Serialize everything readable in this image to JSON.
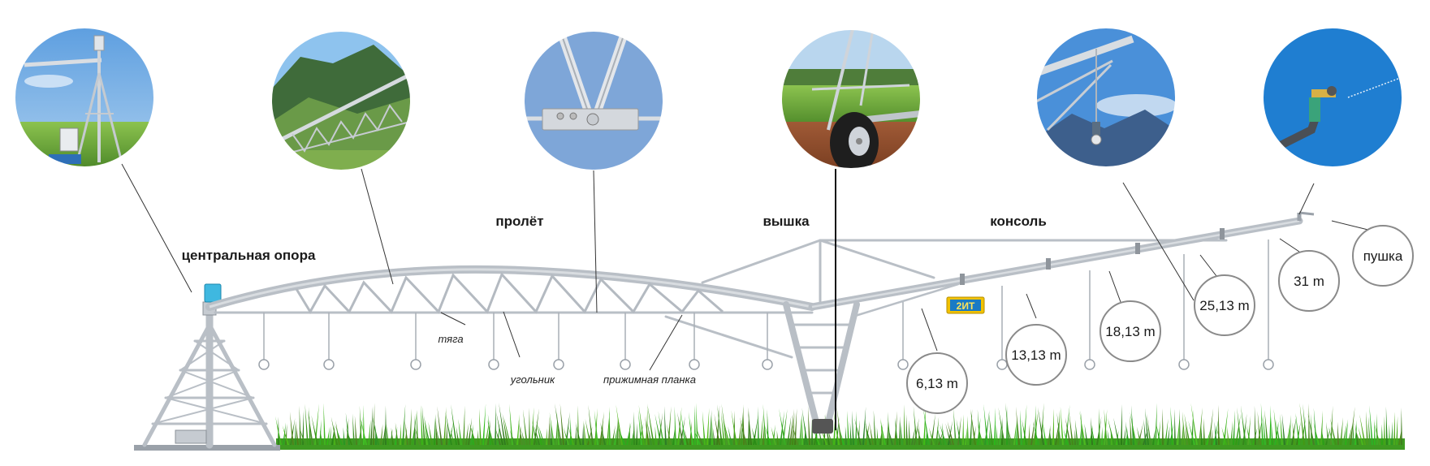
{
  "labels": {
    "central_support": "центральная опора",
    "span": "пролёт",
    "tower": "вышка",
    "overhang": "консоль",
    "tie_rod": "тяга",
    "angle": "угольник",
    "clamp_plate": "прижимная планка"
  },
  "distances": [
    "6,13 m",
    "13,13 m",
    "18,13 m",
    "25,13 m",
    "31 m"
  ],
  "end_gun_label": "пушка",
  "logo_text": "2ИТ",
  "colors": {
    "pipe": "#b9bfc6",
    "grass": "#4caf2a",
    "sky": "#6fa8dc",
    "field": "#7fb24a",
    "logo_bg": "#f2c200"
  },
  "photos": [
    {
      "name": "central-support-photo",
      "subject": "pivot tower with control panel in field"
    },
    {
      "name": "span-photo",
      "subject": "truss spans against mountain"
    },
    {
      "name": "joint-photo",
      "subject": "angle bracket joint on blue background"
    },
    {
      "name": "tower-wheel-photo",
      "subject": "tower wheel on soil"
    },
    {
      "name": "drop-nozzle-photo",
      "subject": "drop sprinkler hanging from span"
    },
    {
      "name": "end-gun-photo",
      "subject": "end gun sprayer against sky"
    }
  ]
}
